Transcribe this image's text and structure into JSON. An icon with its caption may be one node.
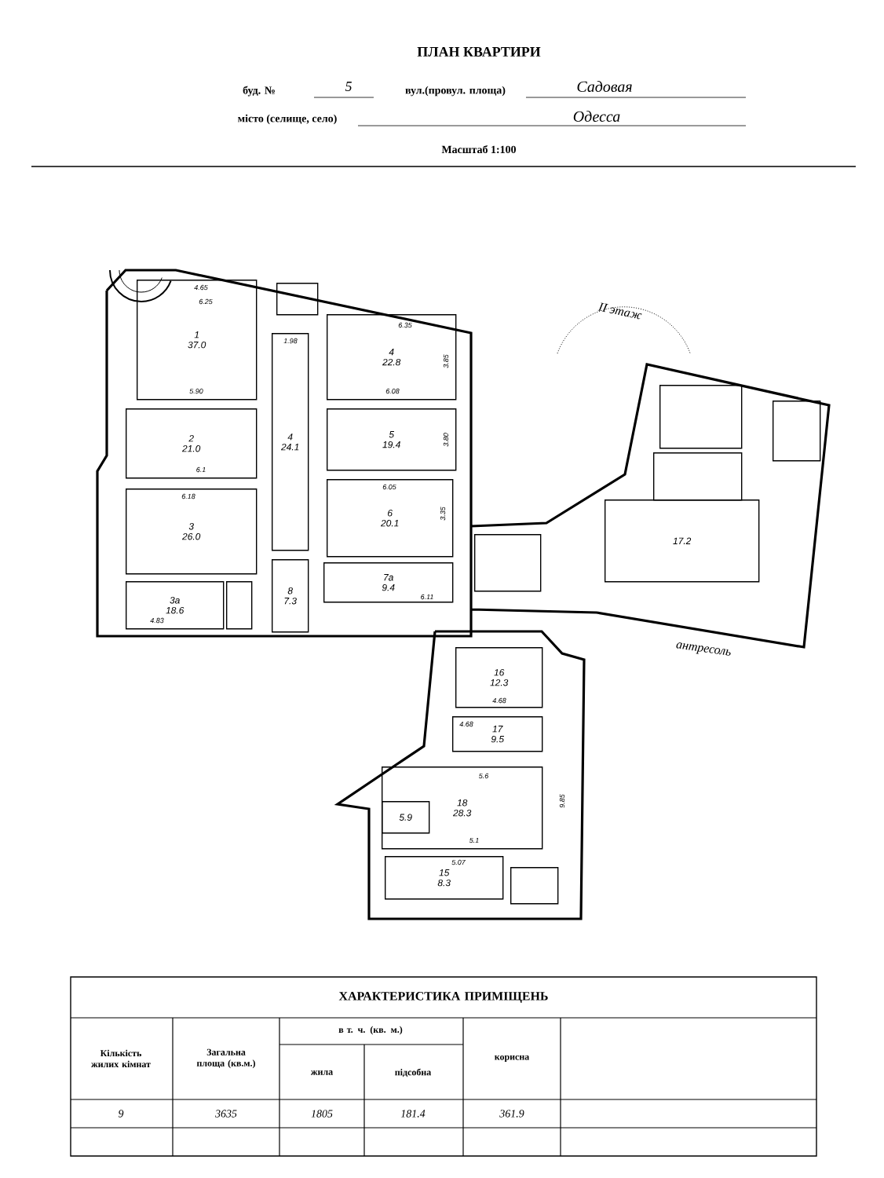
{
  "diagram": {
    "title": "ПЛАН КВАРТИРИ",
    "nodes": [
      {
        "text": [
          "1",
          "37.0"
        ]
      },
      {
        "text": [
          "2",
          "21.0"
        ]
      },
      {
        "text": [
          "3",
          "26.0"
        ]
      },
      {
        "text": [
          "3a",
          "18.6"
        ]
      },
      {
        "text": [
          "4",
          "24.1"
        ]
      },
      {
        "text": [
          "4",
          "22.8"
        ]
      },
      {
        "text": [
          "5",
          "19.4"
        ]
      },
      {
        "text": [
          "6",
          "20.1"
        ]
      },
      {
        "text": [
          "7a",
          "9.4"
        ]
      },
      {
        "text": [
          "8",
          "7.3"
        ]
      },
      {
        "text": [],
        "shape": "box"
      },
      {
        "text": [],
        "shape": "box"
      },
      {
        "text": [],
        "shape": "box"
      },
      {
        "text": [],
        "shape": "box"
      },
      {
        "text": [],
        "shape": "box"
      },
      {
        "text": [
          "17.2"
        ]
      },
      {
        "text": [],
        "shape": "box"
      },
      {
        "text": [
          "16",
          "12.3"
        ]
      },
      {
        "text": [
          "17",
          "9.5"
        ]
      },
      {
        "text": [
          "18",
          "28.3"
        ]
      },
      {
        "text": [
          "5.9"
        ],
        "in": 19
      },
      {
        "text": [
          "15",
          "8.3"
        ]
      },
      {
        "text": [],
        "shape": "box"
      }
    ],
    "labels": [
      "буд. №",
      "5",
      "вул.(провул. площа)",
      "Садовая",
      "місто (селище, село)",
      "Одесса",
      "Масштаб 1:100",
      "4.65",
      "6.25",
      "5.90",
      "6.1",
      "6.18",
      "4.83",
      "1.98",
      "6.35",
      "6.08",
      "3.85",
      "3.80",
      "6.05",
      "3.35",
      "6.11",
      "II этаж",
      "антресоль",
      "4.68",
      "4.68",
      "5.6",
      "5.1",
      "9.85",
      "5.07",
      "ХАРАКТЕРИСТИКА ПРИМІЩЕНЬ",
      "Кількість жилих кімнат",
      "Загальна площа (кв.м.)",
      "в т. ч. (кв. м.)",
      "жила",
      "підсобна",
      "корисна",
      "9",
      "3635",
      "1805",
      "181.4",
      "361.9"
    ]
  }
}
